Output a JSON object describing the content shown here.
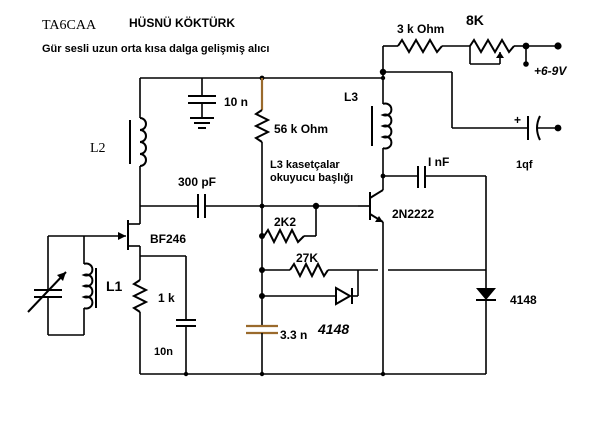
{
  "header": {
    "callsign": "TA6CAA",
    "author": "HÜSNÜ KÖKTÜRK",
    "subtitle": "Gür sesli uzun orta kısa dalga gelişmiş alıcı"
  },
  "labels": {
    "r_3k": "3 k Ohm",
    "r_8k": "8K",
    "supply": "+6-9V",
    "l3": "L3",
    "c_10n_top": "10 n",
    "r_56k": "56 k Ohm",
    "l2": "L2",
    "l3_note_1": "L3  kasetçalar",
    "l3_note_2": "okuyucu başlığı",
    "c_300p": "300 pF",
    "c_1nf": "I nF",
    "headphone": "1qf",
    "q1": "BF246",
    "r_2k2": "2K2",
    "q2": "2N2222",
    "l1": "L1",
    "r_27k": "27K",
    "r_1k": "1 k",
    "d_4148_right": "4148",
    "d_4148_mid": "4148",
    "c_3n3": "3.3 n",
    "c_10n_bottom": "10n"
  },
  "colors": {
    "wire": "#000000",
    "c_3n3_accent": "#9a6a2c",
    "r_56k_accent": "#9a6a2c"
  }
}
